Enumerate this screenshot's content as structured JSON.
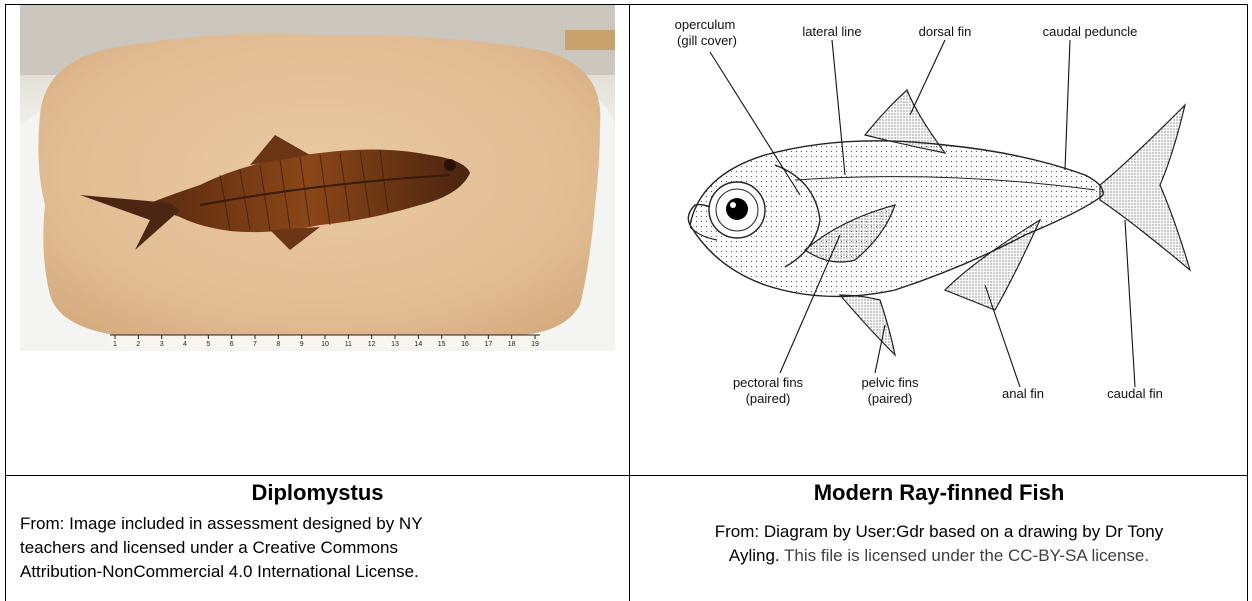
{
  "left": {
    "title": "Diplomystus",
    "caption_lines": [
      "From: Image included in assessment designed by NY",
      "teachers and licensed under a Creative Commons",
      "Attribution-NonCommercial 4.0 International License."
    ],
    "ruler_numbers": [
      "1",
      "2",
      "3",
      "4",
      "5",
      "6",
      "7",
      "8",
      "9",
      "10",
      "11",
      "12",
      "13",
      "14",
      "15",
      "16",
      "17",
      "18",
      "19"
    ]
  },
  "right": {
    "title": "Modern Ray-finned Fish",
    "caption_line1": "From: Diagram by User:Gdr based on a drawing by Dr Tony",
    "caption_line2_a": "Ayling. ",
    "caption_line2_b": "This file is licensed under the CC-BY-SA license.",
    "labels": {
      "operculum": "operculum",
      "gill_cover": "(gill cover)",
      "lateral_line": "lateral line",
      "dorsal_fin": "dorsal fin",
      "caudal_peduncle": "caudal peduncle",
      "pectoral_fins": "pectoral fins",
      "pectoral_paired": "(paired)",
      "pelvic_fins": "pelvic fins",
      "pelvic_paired": "(paired)",
      "anal_fin": "anal fin",
      "caudal_fin": "caudal fin"
    }
  }
}
